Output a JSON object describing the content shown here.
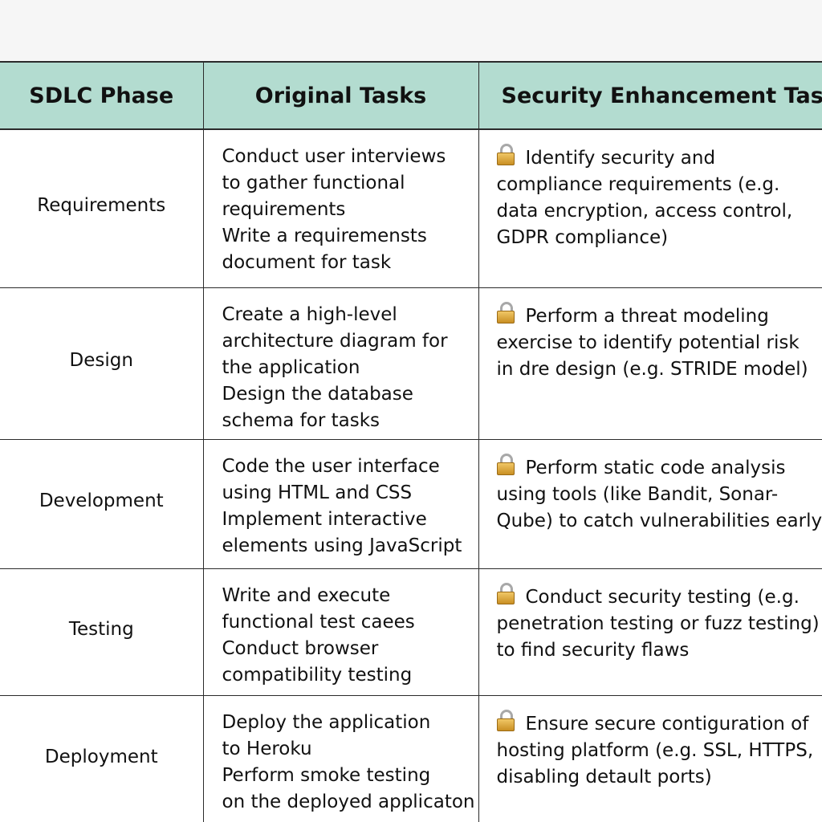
{
  "headers": [
    "SDLC Phase",
    "Original Tasks",
    "Security Enhancement Task"
  ],
  "rows": [
    {
      "phase": "Requirements",
      "original": [
        "Conduct user interviews",
        "to gather functional",
        "requirements",
        "Write a requiremensts",
        "document for task"
      ],
      "security": [
        "Identify security and",
        "compliance requirements (e.g.",
        "data encryption, access control,",
        "GDPR compliance)"
      ]
    },
    {
      "phase": "Design",
      "original": [
        "Create a high-level",
        "architecture diagram for",
        "the application",
        "Design the database",
        "schema for tasks"
      ],
      "security": [
        "Perform a threat modeling",
        "exercise to identify potential risk",
        "in dre design (e.g. STRIDE model)"
      ]
    },
    {
      "phase": "Development",
      "original": [
        "Code the user interface",
        "using HTML and CSS",
        "Implement interactive",
        "elements using JavaScript"
      ],
      "security": [
        "Perform static code analysis",
        "using tools (like Bandit, Sonar-",
        "Qube) to catch vulnerabilities early"
      ]
    },
    {
      "phase": "Testing",
      "original": [
        "Write and execute",
        "functional test caees",
        "Conduct browser",
        "compatibility testing"
      ],
      "security": [
        "Conduct security testing (e.g.",
        "penetration testing or fuzz testing)",
        "to find security flaws"
      ]
    },
    {
      "phase": "Deployment",
      "original": [
        "Deploy the application",
        "to Heroku",
        "Perform smoke testing",
        "on the deployed applicaton"
      ],
      "security": [
        "Ensure secure contiguration of",
        "hosting platform (e.g. SSL, HTTPS,",
        "disabling detault ports)"
      ]
    }
  ],
  "icons": {
    "security_marker": "lock-icon"
  },
  "colors": {
    "header_bg": "#b3dcd0",
    "lock_gold": "#e0aa3e"
  }
}
